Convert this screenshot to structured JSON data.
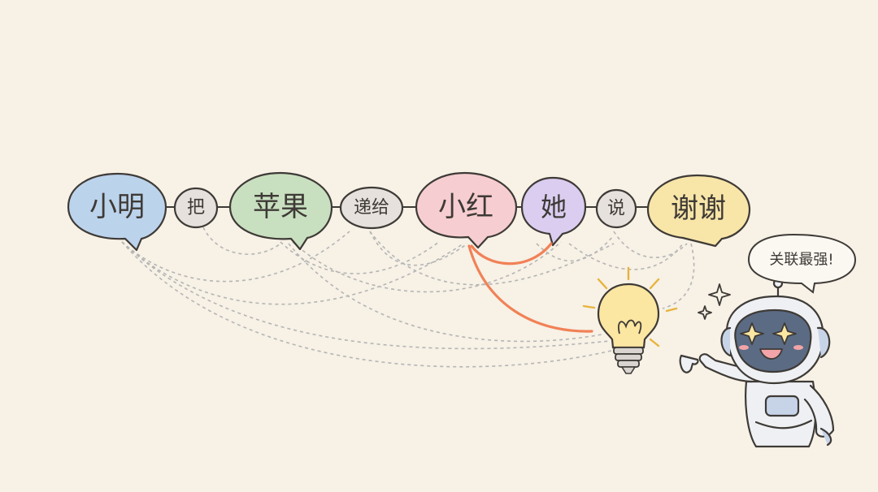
{
  "tokens": [
    {
      "text": "小明",
      "kind": "word",
      "color": "#bcd3ec"
    },
    {
      "text": "把",
      "kind": "link",
      "color": "#e6e1dd"
    },
    {
      "text": "苹果",
      "kind": "word",
      "color": "#c9e0c0"
    },
    {
      "text": "递给",
      "kind": "link",
      "color": "#e6e1dd"
    },
    {
      "text": "小红",
      "kind": "word",
      "color": "#f6cdd0"
    },
    {
      "text": "她",
      "kind": "word",
      "color": "#dacdf0"
    },
    {
      "text": "说",
      "kind": "link",
      "color": "#e6e1dd"
    },
    {
      "text": "谢谢",
      "kind": "word",
      "color": "#f8e5a8"
    }
  ],
  "highlight": {
    "from": "她",
    "to": "小红",
    "color": "#f07a4e"
  },
  "robot": {
    "speech": "关联最强!"
  },
  "colors": {
    "background": "#f7f1e6",
    "outline": "#3e3a36",
    "dashed": "#b3b3b3",
    "bulb": "#fbe6a2"
  },
  "icons": [
    "lightbulb-icon",
    "robot-icon",
    "sparkle-icon"
  ]
}
